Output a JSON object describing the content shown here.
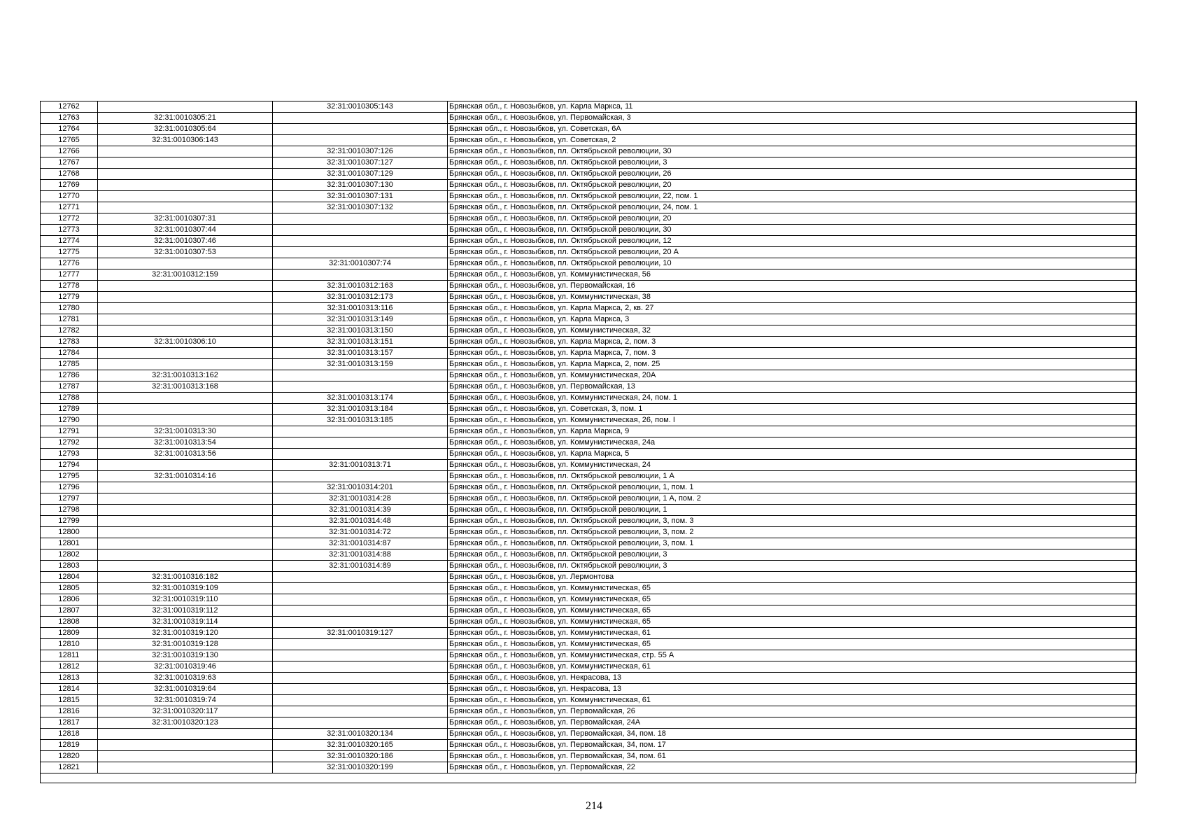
{
  "page_number": "214",
  "rows": [
    [
      "12762",
      "",
      "32:31:0010305:143",
      "Брянская обл., г. Новозыбков, ул. Карла Маркса, 11"
    ],
    [
      "12763",
      "32:31:0010305:21",
      "",
      "Брянская обл., г. Новозыбков, ул. Первомайская, 3"
    ],
    [
      "12764",
      "32:31:0010305:64",
      "",
      "Брянская обл., г. Новозыбков, ул. Советская, 6А"
    ],
    [
      "12765",
      "32:31:0010306:143",
      "",
      "Брянская обл., г. Новозыбков, ул. Советская, 2"
    ],
    [
      "12766",
      "",
      "32:31:0010307:126",
      "Брянская обл., г. Новозыбков, пл. Октябрьской революции, 30"
    ],
    [
      "12767",
      "",
      "32:31:0010307:127",
      "Брянская обл., г. Новозыбков, пл. Октябрьской революции, 3"
    ],
    [
      "12768",
      "",
      "32:31:0010307:129",
      "Брянская обл., г. Новозыбков, пл. Октябрьской революции, 26"
    ],
    [
      "12769",
      "",
      "32:31:0010307:130",
      "Брянская обл., г. Новозыбков, пл. Октябрьской революции, 20"
    ],
    [
      "12770",
      "",
      "32:31:0010307:131",
      "Брянская обл., г. Новозыбков, пл. Октябрьской революции, 22, пом. 1"
    ],
    [
      "12771",
      "",
      "32:31:0010307:132",
      "Брянская обл., г. Новозыбков, пл. Октябрьской революции, 24, пом. 1"
    ],
    [
      "12772",
      "32:31:0010307:31",
      "",
      "Брянская обл., г. Новозыбков, пл. Октябрьской революции, 20"
    ],
    [
      "12773",
      "32:31:0010307:44",
      "",
      "Брянская обл., г. Новозыбков, пл. Октябрьской революции, 30"
    ],
    [
      "12774",
      "32:31:0010307:46",
      "",
      "Брянская обл., г. Новозыбков, пл. Октябрьской революции, 12"
    ],
    [
      "12775",
      "32:31:0010307:53",
      "",
      "Брянская обл., г. Новозыбков, пл. Октябрьской революции, 20 А"
    ],
    [
      "12776",
      "",
      "32:31:0010307:74",
      "Брянская обл., г. Новозыбков, пл. Октябрьской революции, 10"
    ],
    [
      "12777",
      "32:31:0010312:159",
      "",
      "Брянская обл., г. Новозыбков, ул. Коммунистическая, 56"
    ],
    [
      "12778",
      "",
      "32:31:0010312:163",
      "Брянская обл., г. Новозыбков, ул. Первомайская, 16"
    ],
    [
      "12779",
      "",
      "32:31:0010312:173",
      "Брянская обл., г. Новозыбков, ул. Коммунистическая, 38"
    ],
    [
      "12780",
      "",
      "32:31:0010313:116",
      "Брянская обл., г. Новозыбков, ул. Карла Маркса, 2, кв. 27"
    ],
    [
      "12781",
      "",
      "32:31:0010313:149",
      "Брянская обл., г. Новозыбков, ул. Карла Маркса, 3"
    ],
    [
      "12782",
      "",
      "32:31:0010313:150",
      "Брянская обл., г. Новозыбков, ул. Коммунистическая, 32"
    ],
    [
      "12783",
      "32:31:0010306:10",
      "32:31:0010313:151",
      "Брянская обл., г. Новозыбков, ул. Карла Маркса, 2, пом. 3"
    ],
    [
      "12784",
      "",
      "32:31:0010313:157",
      "Брянская обл., г. Новозыбков, ул. Карла Маркса, 7, пом. 3"
    ],
    [
      "12785",
      "",
      "32:31:0010313:159",
      "Брянская обл., г. Новозыбков, ул. Карла Маркса, 2, пом. 25"
    ],
    [
      "12786",
      "32:31:0010313:162",
      "",
      "Брянская обл., г. Новозыбков, ул. Коммунистическая, 20А"
    ],
    [
      "12787",
      "32:31:0010313:168",
      "",
      "Брянская обл., г. Новозыбков, ул. Первомайская, 13"
    ],
    [
      "12788",
      "",
      "32:31:0010313:174",
      "Брянская обл., г. Новозыбков, ул. Коммунистическая, 24, пом. 1"
    ],
    [
      "12789",
      "",
      "32:31:0010313:184",
      "Брянская обл., г. Новозыбков, ул. Советская, 3, пом. 1"
    ],
    [
      "12790",
      "",
      "32:31:0010313:185",
      "Брянская обл., г. Новозыбков, ул. Коммунистическая, 26, пом. I"
    ],
    [
      "12791",
      "32:31:0010313:30",
      "",
      "Брянская обл., г. Новозыбков, ул. Карла Маркса, 9"
    ],
    [
      "12792",
      "32:31:0010313:54",
      "",
      "Брянская обл., г. Новозыбков, ул. Коммунистическая, 24а"
    ],
    [
      "12793",
      "32:31:0010313:56",
      "",
      "Брянская обл., г. Новозыбков, ул. Карла Маркса, 5"
    ],
    [
      "12794",
      "",
      "32:31:0010313:71",
      "Брянская обл., г. Новозыбков, ул. Коммунистическая, 24"
    ],
    [
      "12795",
      "32:31:0010314:16",
      "",
      "Брянская обл., г. Новозыбков, пл. Октябрьской революции, 1 А"
    ],
    [
      "12796",
      "",
      "32:31:0010314:201",
      "Брянская обл., г. Новозыбков, пл. Октябрьской революции, 1, пом. 1"
    ],
    [
      "12797",
      "",
      "32:31:0010314:28",
      "Брянская обл., г. Новозыбков, пл. Октябрьской революции, 1 А, пом. 2"
    ],
    [
      "12798",
      "",
      "32:31:0010314:39",
      "Брянская обл., г. Новозыбков, пл. Октябрьской революции, 1"
    ],
    [
      "12799",
      "",
      "32:31:0010314:48",
      "Брянская обл., г. Новозыбков, пл. Октябрьской революции, 3, пом. 3"
    ],
    [
      "12800",
      "",
      "32:31:0010314:72",
      "Брянская обл., г. Новозыбков, пл. Октябрьской революции, 3, пом. 2"
    ],
    [
      "12801",
      "",
      "32:31:0010314:87",
      "Брянская обл., г. Новозыбков, пл. Октябрьской революции, 3, пом. 1"
    ],
    [
      "12802",
      "",
      "32:31:0010314:88",
      "Брянская обл., г. Новозыбков, пл. Октябрьской революции, 3"
    ],
    [
      "12803",
      "",
      "32:31:0010314:89",
      "Брянская обл., г. Новозыбков, пл. Октябрьской революции, 3"
    ],
    [
      "12804",
      "32:31:0010316:182",
      "",
      "Брянская обл., г. Новозыбков, ул. Лермонтова"
    ],
    [
      "12805",
      "32:31:0010319:109",
      "",
      "Брянская обл., г. Новозыбков, ул. Коммунистическая, 65"
    ],
    [
      "12806",
      "32:31:0010319:110",
      "",
      "Брянская обл., г. Новозыбков, ул. Коммунистическая, 65"
    ],
    [
      "12807",
      "32:31:0010319:112",
      "",
      "Брянская обл., г. Новозыбков, ул. Коммунистическая, 65"
    ],
    [
      "12808",
      "32:31:0010319:114",
      "",
      "Брянская обл., г. Новозыбков, ул. Коммунистическая, 65"
    ],
    [
      "12809",
      "32:31:0010319:120",
      "32:31:0010319:127",
      "Брянская обл., г. Новозыбков, ул. Коммунистическая, 61"
    ],
    [
      "12810",
      "32:31:0010319:128",
      "",
      "Брянская обл., г. Новозыбков, ул. Коммунистическая, 65"
    ],
    [
      "12811",
      "32:31:0010319:130",
      "",
      "Брянская обл., г. Новозыбков, ул. Коммунистическая, стр. 55 А"
    ],
    [
      "12812",
      "32:31:0010319:46",
      "",
      "Брянская обл., г. Новозыбков, ул. Коммунистическая, 61"
    ],
    [
      "12813",
      "32:31:0010319:63",
      "",
      "Брянская обл., г. Новозыбков, ул. Некрасова, 13"
    ],
    [
      "12814",
      "32:31:0010319:64",
      "",
      "Брянская обл., г. Новозыбков, ул. Некрасова, 13"
    ],
    [
      "12815",
      "32:31:0010319:74",
      "",
      "Брянская обл., г. Новозыбков, ул. Коммунистическая, 61"
    ],
    [
      "12816",
      "32:31:0010320:117",
      "",
      "Брянская обл., г. Новозыбков, ул. Первомайская, 26"
    ],
    [
      "12817",
      "32:31:0010320:123",
      "",
      "Брянская обл., г. Новозыбков, ул. Первомайская, 24А"
    ],
    [
      "12818",
      "",
      "32:31:0010320:134",
      "Брянская обл., г. Новозыбков, ул. Первомайская, 34, пом. 18"
    ],
    [
      "12819",
      "",
      "32:31:0010320:165",
      "Брянская обл., г. Новозыбков, ул. Первомайская, 34, пом. 17"
    ],
    [
      "12820",
      "",
      "32:31:0010320:186",
      "Брянская обл., г. Новозыбков, ул. Первомайская, 34, пом. 61"
    ],
    [
      "12821",
      "",
      "32:31:0010320:199",
      "Брянская обл., г. Новозыбков, ул. Первомайская, 22"
    ]
  ]
}
